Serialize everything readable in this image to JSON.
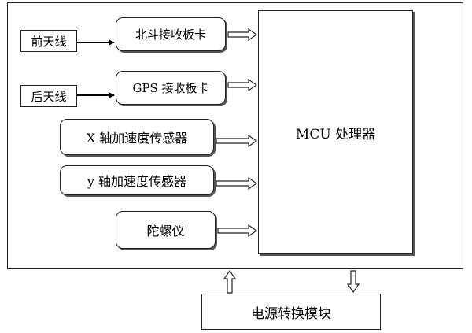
{
  "diagram": {
    "front_antenna": "前天线",
    "rear_antenna": "后天线",
    "beidou_board": "北斗接收板卡",
    "gps_board": "GPS 接收板卡",
    "x_accel": "X 轴加速度传感器",
    "y_accel": "y 轴加速度传感器",
    "gyro": "陀螺仪",
    "mcu": "MCU 处理器",
    "power": "电源转换模块"
  }
}
